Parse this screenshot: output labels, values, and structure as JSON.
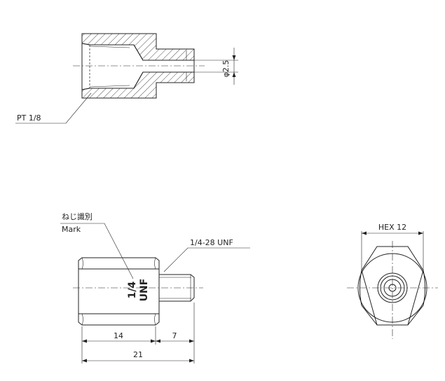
{
  "section_view": {
    "thread_callout": "PT 1/8",
    "bore_dimension": "φ2.5"
  },
  "side_view": {
    "mark_label_jp": "ねじ識別",
    "mark_label_en": "Mark",
    "engraving_line1": "1/4",
    "engraving_line2": "UNF",
    "thread_callout": "1/4-28 UNF",
    "dim_body": "14",
    "dim_stem": "7",
    "dim_total": "21"
  },
  "end_view": {
    "hex_dimension": "HEX 12"
  }
}
